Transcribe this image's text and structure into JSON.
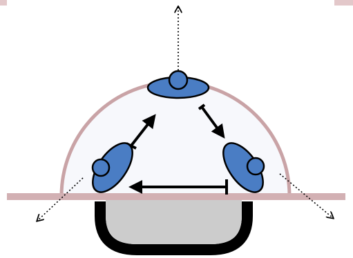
{
  "colors": {
    "background": "#ffffff",
    "rink_line": "#c9a3a6",
    "crease_fill": "#f7f8fc",
    "player_fill": "#4a7dc4",
    "player_stroke": "#000000",
    "arrow": "#000000",
    "net_fill": "#cccccc",
    "net_frame": "#000000"
  },
  "elements": {
    "goal_line": "line",
    "goal_crease": "semicircle",
    "net": "net",
    "players": [
      {
        "role": "top-player",
        "icon": "player-icon"
      },
      {
        "role": "left-player",
        "icon": "player-icon"
      },
      {
        "role": "right-player",
        "icon": "player-icon"
      }
    ],
    "arrows": [
      {
        "kind": "solid-arrow",
        "from": "top-player",
        "to": "right-player"
      },
      {
        "kind": "solid-arrow",
        "from": "right-player",
        "to": "left-player"
      },
      {
        "kind": "solid-arrow",
        "from": "left-player",
        "to": "top-player"
      },
      {
        "kind": "dotted-arrow",
        "from": "top-player",
        "to": "outward"
      },
      {
        "kind": "dotted-arrow",
        "from": "left-player",
        "to": "outward"
      },
      {
        "kind": "dotted-arrow",
        "from": "right-player",
        "to": "outward"
      }
    ]
  }
}
